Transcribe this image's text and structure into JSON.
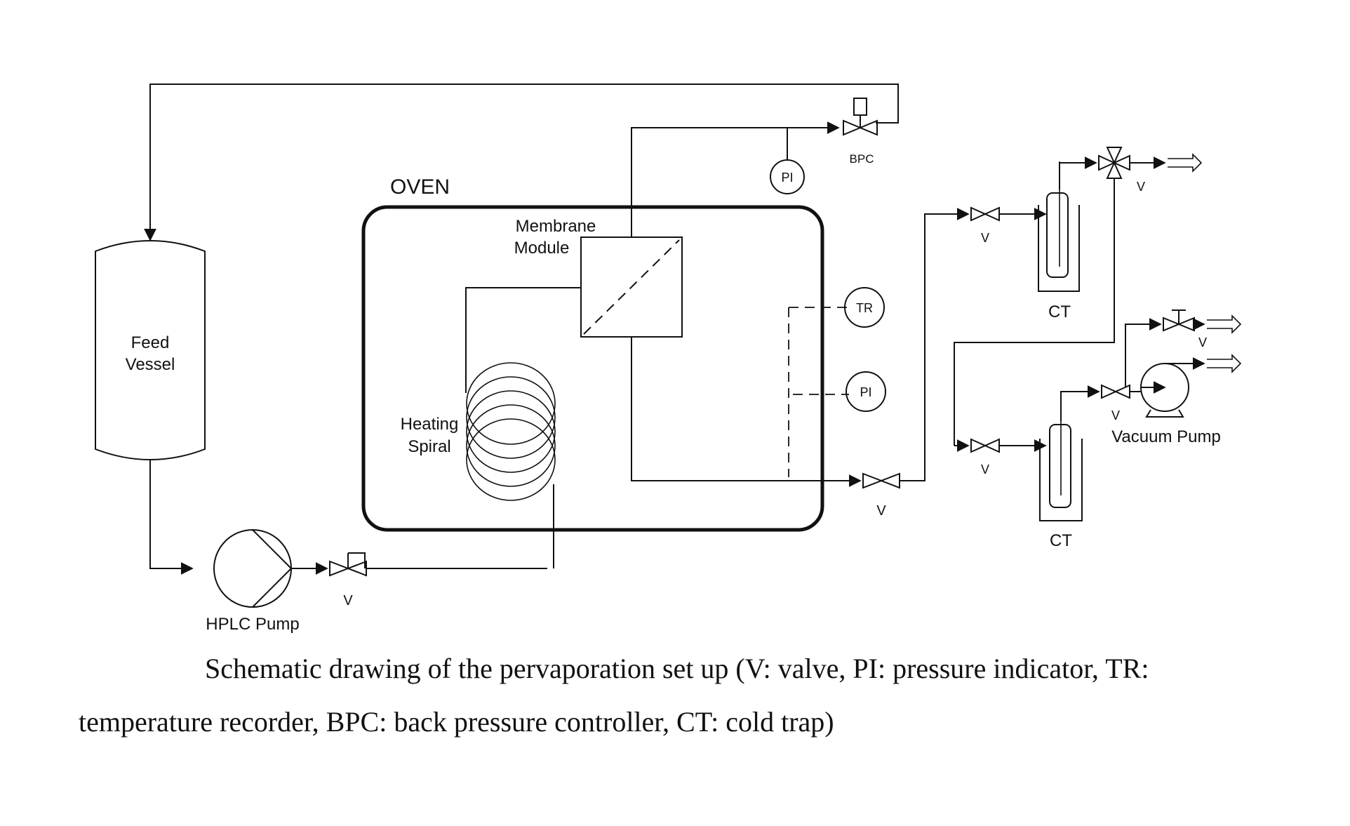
{
  "labels": {
    "oven": "OVEN",
    "feed_vessel_line1": "Feed",
    "feed_vessel_line2": "Vessel",
    "membrane_line1": "Membrane",
    "membrane_line2": "Module",
    "heating_line1": "Heating",
    "heating_line2": "Spiral",
    "hplc_pump": "HPLC Pump",
    "vacuum_pump": "Vacuum Pump",
    "valve": "V",
    "bpc": "BPC",
    "pi": "PI",
    "tr": "TR",
    "ct": "CT"
  },
  "caption": {
    "line1": "Schematic drawing of the pervaporation set up (V: valve, PI: pressure indicator, TR:",
    "line2": "temperature recorder, BPC: back pressure controller, CT: cold trap)"
  }
}
